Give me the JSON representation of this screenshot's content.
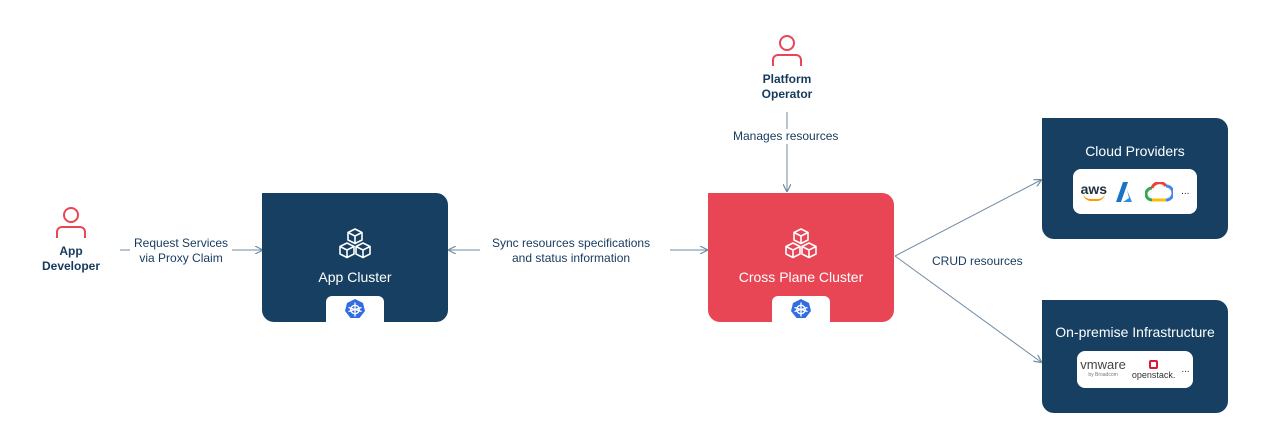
{
  "actors": {
    "app_developer": "App\nDeveloper",
    "platform_operator": "Platform\nOperator"
  },
  "edges": {
    "request_services": "Request Services\nvia Proxy Claim",
    "sync_resources": "Sync resources specifications\nand status information",
    "manages_resources": "Manages resources",
    "crud_resources": "CRUD resources"
  },
  "nodes": {
    "app_cluster": "App Cluster",
    "cross_plane_cluster": "Cross Plane Cluster",
    "cloud_providers": "Cloud Providers",
    "on_premise": "On-premise Infrastructure"
  },
  "logos": {
    "cloud": [
      "aws",
      "azure",
      "google-cloud"
    ],
    "aws_text": "aws",
    "onprem": [
      "vmware",
      "openstack"
    ],
    "vmware_text": "vmware",
    "vmware_sub": "by Broadcom",
    "openstack_text": "openstack.",
    "more": "..."
  },
  "colors": {
    "navy": "#163f61",
    "red": "#e84654",
    "person_icon": "#e84654",
    "connector": "#6f8aa3"
  },
  "icons": [
    "person-icon",
    "cubes-icon",
    "kubernetes-icon"
  ]
}
